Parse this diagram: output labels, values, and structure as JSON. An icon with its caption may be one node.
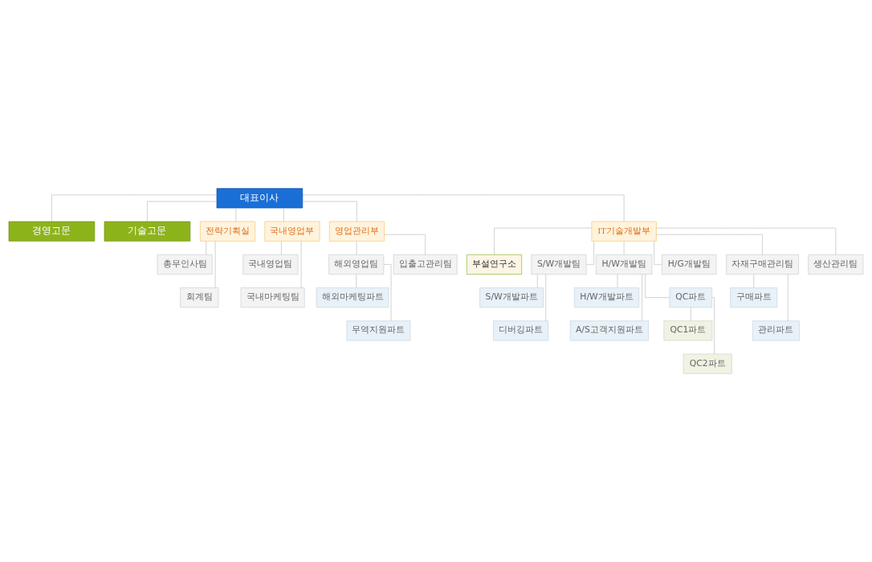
{
  "diagram": {
    "nodes": [
      {
        "text": [
          "대표이사"
        ]
      },
      {
        "text": [
          "경영고문"
        ]
      },
      {
        "text": [
          "기술고문"
        ]
      },
      {
        "text": [
          "전략기획실"
        ]
      },
      {
        "text": [
          "총무인사팀"
        ]
      },
      {
        "text": [
          "회계팀"
        ]
      },
      {
        "text": [
          "국내영업부"
        ]
      },
      {
        "text": [
          "국내영업팀"
        ]
      },
      {
        "text": [
          "국내마케팅팀"
        ]
      },
      {
        "text": [
          "영업관리부"
        ]
      },
      {
        "text": [
          "해외영업팀"
        ]
      },
      {
        "text": [
          "해외마케팅파트"
        ]
      },
      {
        "text": [
          "무역지원파트"
        ]
      },
      {
        "text": [
          "입출고관리팀"
        ]
      },
      {
        "text": [
          "IT기술개발부"
        ]
      },
      {
        "text": [
          "부설연구소"
        ]
      },
      {
        "text": [
          "S/W개발팀"
        ]
      },
      {
        "text": [
          "S/W개발파트"
        ]
      },
      {
        "text": [
          "디버깅파트"
        ]
      },
      {
        "text": [
          "H/W개발팀"
        ]
      },
      {
        "text": [
          "H/W개발파트"
        ]
      },
      {
        "text": [
          "A/S고객지원파트"
        ]
      },
      {
        "text": [
          "QC파트"
        ]
      },
      {
        "text": [
          "QC1파트"
        ]
      },
      {
        "text": [
          "QC2파트"
        ]
      },
      {
        "text": [
          "H/G개발팀"
        ]
      },
      {
        "text": [
          "자재구매관리팀"
        ]
      },
      {
        "text": [
          "구매파트"
        ]
      },
      {
        "text": [
          "관리파트"
        ]
      },
      {
        "text": [
          "생산관리팀"
        ]
      }
    ],
    "edges": [
      {
        "from": 0,
        "to": 1,
        "arrow": "none"
      },
      {
        "from": 0,
        "to": 2,
        "arrow": "none"
      },
      {
        "from": 0,
        "to": 3,
        "arrow": "none"
      },
      {
        "from": 0,
        "to": 6,
        "arrow": "none"
      },
      {
        "from": 0,
        "to": 9,
        "arrow": "none"
      },
      {
        "from": 0,
        "to": 14,
        "arrow": "none"
      },
      {
        "from": 3,
        "to": 4,
        "arrow": "none"
      },
      {
        "from": 3,
        "to": 5,
        "arrow": "none"
      },
      {
        "from": 6,
        "to": 7,
        "arrow": "none"
      },
      {
        "from": 6,
        "to": 8,
        "arrow": "none"
      },
      {
        "from": 9,
        "to": 10,
        "arrow": "none"
      },
      {
        "from": 10,
        "to": 11,
        "arrow": "none"
      },
      {
        "from": 10,
        "to": 12,
        "arrow": "none"
      },
      {
        "from": 9,
        "to": 13,
        "arrow": "none"
      },
      {
        "from": 14,
        "to": 15,
        "arrow": "none"
      },
      {
        "from": 14,
        "to": 16,
        "arrow": "none"
      },
      {
        "from": 16,
        "to": 17,
        "arrow": "none"
      },
      {
        "from": 16,
        "to": 18,
        "arrow": "none"
      },
      {
        "from": 14,
        "to": 19,
        "arrow": "none"
      },
      {
        "from": 19,
        "to": 20,
        "arrow": "none"
      },
      {
        "from": 19,
        "to": 21,
        "arrow": "none"
      },
      {
        "from": 19,
        "to": 22,
        "arrow": "none"
      },
      {
        "from": 22,
        "to": 23,
        "arrow": "none"
      },
      {
        "from": 22,
        "to": 24,
        "arrow": "none"
      },
      {
        "from": 14,
        "to": 25,
        "arrow": "none"
      },
      {
        "from": 14,
        "to": 26,
        "arrow": "none"
      },
      {
        "from": 26,
        "to": 27,
        "arrow": "none"
      },
      {
        "from": 26,
        "to": 28,
        "arrow": "none"
      },
      {
        "from": 14,
        "to": 29,
        "arrow": "none"
      }
    ]
  }
}
